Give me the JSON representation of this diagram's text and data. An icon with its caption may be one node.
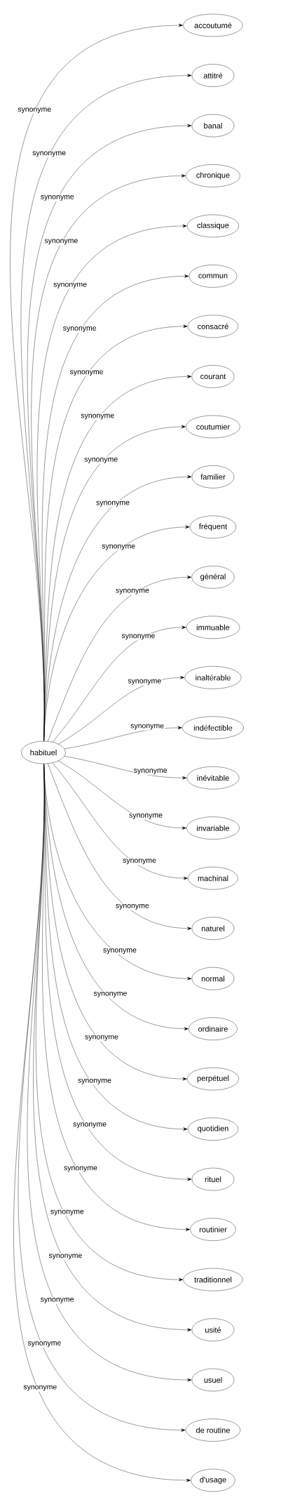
{
  "diagram": {
    "nodes": [
      {
        "text": [
          "habituel"
        ]
      },
      {
        "text": [
          "accoutumé"
        ]
      },
      {
        "text": [
          "attitré"
        ]
      },
      {
        "text": [
          "banal"
        ]
      },
      {
        "text": [
          "chronique"
        ]
      },
      {
        "text": [
          "classique"
        ]
      },
      {
        "text": [
          "commun"
        ]
      },
      {
        "text": [
          "consacré"
        ]
      },
      {
        "text": [
          "courant"
        ]
      },
      {
        "text": [
          "coutumier"
        ]
      },
      {
        "text": [
          "familier"
        ]
      },
      {
        "text": [
          "fréquent"
        ]
      },
      {
        "text": [
          "général"
        ]
      },
      {
        "text": [
          "immuable"
        ]
      },
      {
        "text": [
          "inaltérable"
        ]
      },
      {
        "text": [
          "indéfectible"
        ]
      },
      {
        "text": [
          "inévitable"
        ]
      },
      {
        "text": [
          "invariable"
        ]
      },
      {
        "text": [
          "machinal"
        ]
      },
      {
        "text": [
          "naturel"
        ]
      },
      {
        "text": [
          "normal"
        ]
      },
      {
        "text": [
          "ordinaire"
        ]
      },
      {
        "text": [
          "perpétuel"
        ]
      },
      {
        "text": [
          "quotidien"
        ]
      },
      {
        "text": [
          "rituel"
        ]
      },
      {
        "text": [
          "routinier"
        ]
      },
      {
        "text": [
          "traditionnel"
        ]
      },
      {
        "text": [
          "usité"
        ]
      },
      {
        "text": [
          "usuel"
        ]
      },
      {
        "text": [
          "de routine"
        ]
      },
      {
        "text": [
          "d'usage"
        ]
      }
    ],
    "edges": [
      {
        "from": 0,
        "to": 1,
        "arrow": "to",
        "label": "synonyme"
      },
      {
        "from": 0,
        "to": 2,
        "arrow": "to",
        "label": "synonyme"
      },
      {
        "from": 0,
        "to": 3,
        "arrow": "to",
        "label": "synonyme"
      },
      {
        "from": 0,
        "to": 4,
        "arrow": "to",
        "label": "synonyme"
      },
      {
        "from": 0,
        "to": 5,
        "arrow": "to",
        "label": "synonyme"
      },
      {
        "from": 0,
        "to": 6,
        "arrow": "to",
        "label": "synonyme"
      },
      {
        "from": 0,
        "to": 7,
        "arrow": "to",
        "label": "synonyme"
      },
      {
        "from": 0,
        "to": 8,
        "arrow": "to",
        "label": "synonyme"
      },
      {
        "from": 0,
        "to": 9,
        "arrow": "to",
        "label": "synonyme"
      },
      {
        "from": 0,
        "to": 10,
        "arrow": "to",
        "label": "synonyme"
      },
      {
        "from": 0,
        "to": 11,
        "arrow": "to",
        "label": "synonyme"
      },
      {
        "from": 0,
        "to": 12,
        "arrow": "to",
        "label": "synonyme"
      },
      {
        "from": 0,
        "to": 13,
        "arrow": "to",
        "label": "synonyme"
      },
      {
        "from": 0,
        "to": 14,
        "arrow": "to",
        "label": "synonyme"
      },
      {
        "from": 0,
        "to": 15,
        "arrow": "to",
        "label": "synonyme"
      },
      {
        "from": 0,
        "to": 16,
        "arrow": "to",
        "label": "synonyme"
      },
      {
        "from": 0,
        "to": 17,
        "arrow": "to",
        "label": "synonyme"
      },
      {
        "from": 0,
        "to": 18,
        "arrow": "to",
        "label": "synonyme"
      },
      {
        "from": 0,
        "to": 19,
        "arrow": "to",
        "label": "synonyme"
      },
      {
        "from": 0,
        "to": 20,
        "arrow": "to",
        "label": "synonyme"
      },
      {
        "from": 0,
        "to": 21,
        "arrow": "to",
        "label": "synonyme"
      },
      {
        "from": 0,
        "to": 22,
        "arrow": "to",
        "label": "synonyme"
      },
      {
        "from": 0,
        "to": 23,
        "arrow": "to",
        "label": "synonyme"
      },
      {
        "from": 0,
        "to": 24,
        "arrow": "to",
        "label": "synonyme"
      },
      {
        "from": 0,
        "to": 25,
        "arrow": "to",
        "label": "synonyme"
      },
      {
        "from": 0,
        "to": 26,
        "arrow": "to",
        "label": "synonyme"
      },
      {
        "from": 0,
        "to": 27,
        "arrow": "to",
        "label": "synonyme"
      },
      {
        "from": 0,
        "to": 28,
        "arrow": "to",
        "label": "synonyme"
      },
      {
        "from": 0,
        "to": 29,
        "arrow": "to",
        "label": "synonyme"
      },
      {
        "from": 0,
        "to": 30,
        "arrow": "to",
        "label": "synonyme"
      }
    ]
  }
}
